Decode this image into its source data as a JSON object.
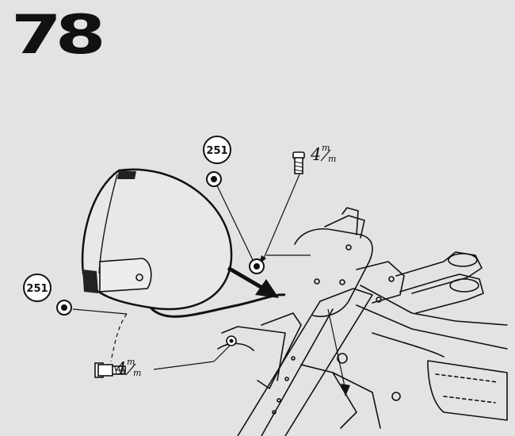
{
  "page": {
    "number": "78"
  },
  "callouts": [
    {
      "id": "upper",
      "ref": "251"
    },
    {
      "id": "left",
      "ref": "251"
    }
  ],
  "screws": [
    {
      "id": "upper",
      "size": "4",
      "unit_num": "m",
      "unit_den": "m"
    },
    {
      "id": "lower",
      "size": "4",
      "unit_num": "m",
      "unit_den": "m"
    }
  ],
  "colors": {
    "background": "#e3e3e3",
    "ink": "#111111"
  }
}
